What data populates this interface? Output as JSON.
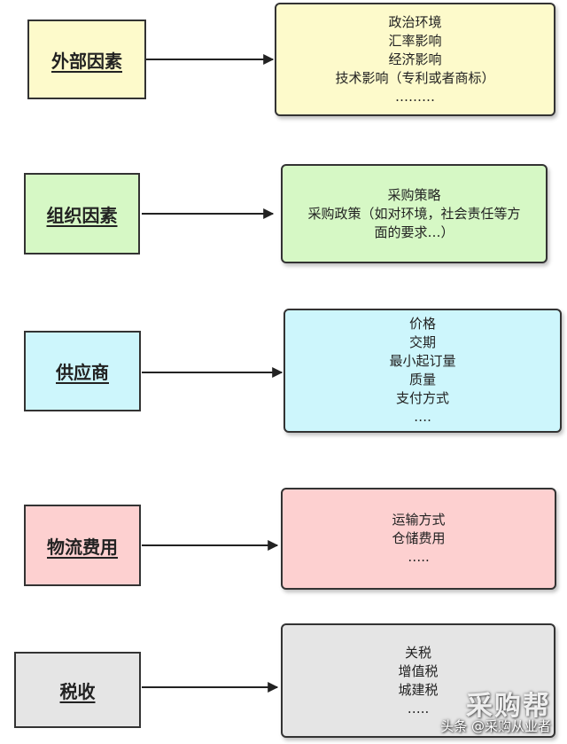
{
  "colors": {
    "yellow": "#fdfacb",
    "green": "#d6f8c5",
    "cyan": "#cdf6fc",
    "pink": "#fdd0d0",
    "gray": "#e5e5e5",
    "border": "#333333",
    "arrow": "#222222"
  },
  "rows": [
    {
      "factor": "外部因素",
      "color": "yellow",
      "lines": [
        "政治环境",
        "汇率影响",
        "经济影响",
        "技术影响（专利或者商标）",
        "………"
      ]
    },
    {
      "factor": "组织因素",
      "color": "green",
      "lines": [
        "采购策略",
        "采购政策（如对环境，社会责任等方",
        "面的要求…）"
      ]
    },
    {
      "factor": "供应商",
      "color": "cyan",
      "lines": [
        "价格",
        "交期",
        "最小起订量",
        "质量",
        "支付方式",
        "…."
      ]
    },
    {
      "factor": "物流费用",
      "color": "pink",
      "lines": [
        "运输方式",
        "仓储费用",
        "….."
      ]
    },
    {
      "factor": "税收",
      "color": "gray",
      "lines": [
        "关税",
        "增值税",
        "城建税",
        "….."
      ]
    }
  ],
  "watermark": {
    "logo": "采购帮",
    "credit": "头条 @采购从业者"
  }
}
